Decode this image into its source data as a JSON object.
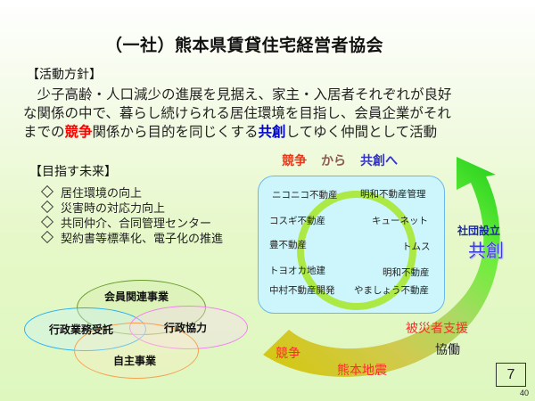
{
  "slide": {
    "title": "（一社）熊本県賃貸住宅経営者協会",
    "policy_label": "【活動方針】",
    "policy_text": {
      "line1": "　少子高齢・人口減少の進展を見据え、家主・入居者それぞれが良好",
      "line2": "な関係の中で、暮らし続けられる居住環境を目指し、会員企業がそれ",
      "line3_pre": "までの",
      "line3_red": "競争",
      "line3_mid": "関係から目的を同じくする",
      "line3_blue": "共創",
      "line3_post": "してゆく仲間として活動"
    },
    "goals_label": "【目指す未来】",
    "goals": [
      "居住環境の向上",
      "災害時の対応力向上",
      "共同仲介、合同管理センター",
      "契約書等標準化、電子化の推進"
    ],
    "venn": {
      "top": "会員関連事業",
      "left": "行政業務受託",
      "right": "行政協力",
      "bottom": "自主事業",
      "colors": {
        "top": "#6b9a2a",
        "left": "#2ab0f0",
        "right": "#f080f0",
        "bottom": "#f8a050"
      }
    },
    "transition_heading": {
      "from": "競争",
      "kara": "から",
      "to": "共創へ"
    },
    "members": [
      "ニコニコ不動産",
      "明和不動産管理",
      "コスギ不動産",
      "キューネット",
      "豊不動産",
      "トムス",
      "トヨオカ地建",
      "明和不動産",
      "中村不動産開発",
      "やましょう不動産"
    ],
    "arrow_labels": {
      "competition": "競争",
      "earthquake": "熊本地震",
      "disaster_support": "被災者支援",
      "cooperation": "協働",
      "establishment": "社団設立",
      "co_creation": "共創"
    },
    "page_number": "7",
    "page_total": "40",
    "colors": {
      "red": "#ff0000",
      "blue": "#0000cc",
      "arrow_green": "#22cc22"
    }
  }
}
